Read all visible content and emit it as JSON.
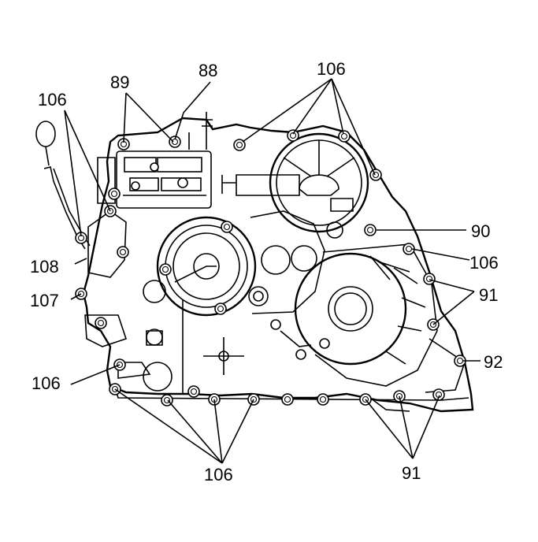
{
  "figure": {
    "callouts": [
      {
        "id": "c88",
        "text": "88"
      },
      {
        "id": "c89",
        "text": "89"
      },
      {
        "id": "c106_top",
        "text": "106"
      },
      {
        "id": "c106_left",
        "text": "106"
      },
      {
        "id": "c108",
        "text": "108"
      },
      {
        "id": "c107",
        "text": "107"
      },
      {
        "id": "c106_lower_left",
        "text": "106"
      },
      {
        "id": "c90",
        "text": "90"
      },
      {
        "id": "c106_right",
        "text": "106"
      },
      {
        "id": "c91_right",
        "text": "91"
      },
      {
        "id": "c92",
        "text": "92"
      },
      {
        "id": "c106_bottom",
        "text": "106"
      },
      {
        "id": "c91_bottom",
        "text": "91"
      }
    ]
  }
}
